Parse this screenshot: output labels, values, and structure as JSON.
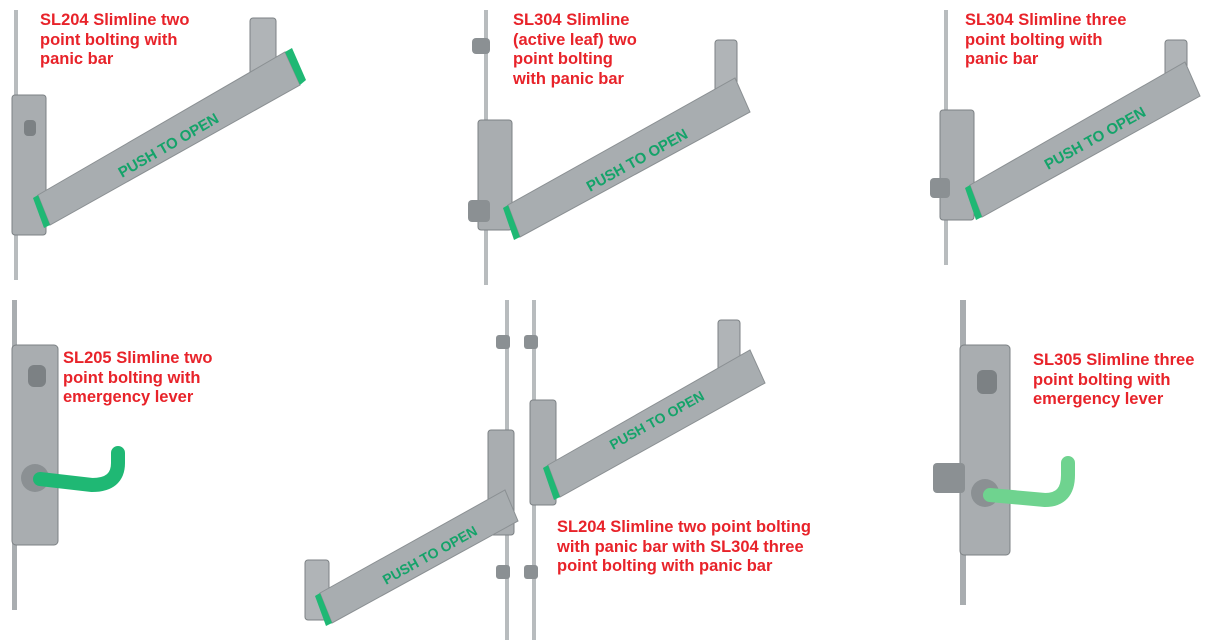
{
  "colors": {
    "caption": "#e8232a",
    "bar_text": "#15a36a",
    "lever": "#1fb874",
    "metal": "#9ea3a6"
  },
  "products": [
    {
      "id": "sl204",
      "caption": "SL204 Slimline two\npoint bolting with\npanic bar",
      "bar_label": "PUSH TO OPEN",
      "device": "panic-bar"
    },
    {
      "id": "sl304-active",
      "caption": "SL304 Slimline\n(active leaf) two\npoint bolting\nwith panic bar",
      "bar_label": "PUSH TO OPEN",
      "device": "panic-bar"
    },
    {
      "id": "sl304-three",
      "caption": "SL304 Slimline three\npoint bolting with\npanic bar",
      "bar_label": "PUSH TO OPEN",
      "device": "panic-bar"
    },
    {
      "id": "sl205",
      "caption": "SL205 Slimline two\npoint bolting with\nemergency lever",
      "device": "emergency-lever"
    },
    {
      "id": "sl204-sl304",
      "caption": "SL204 Slimline two point bolting\nwith panic bar with SL304 three\npoint bolting with panic bar",
      "bar_label_left": "PUSH TO OPEN",
      "bar_label_right": "PUSH TO OPEN",
      "device": "double-panic-bar"
    },
    {
      "id": "sl305",
      "caption": "SL305 Slimline three\npoint bolting with\nemergency lever",
      "device": "emergency-lever"
    }
  ]
}
